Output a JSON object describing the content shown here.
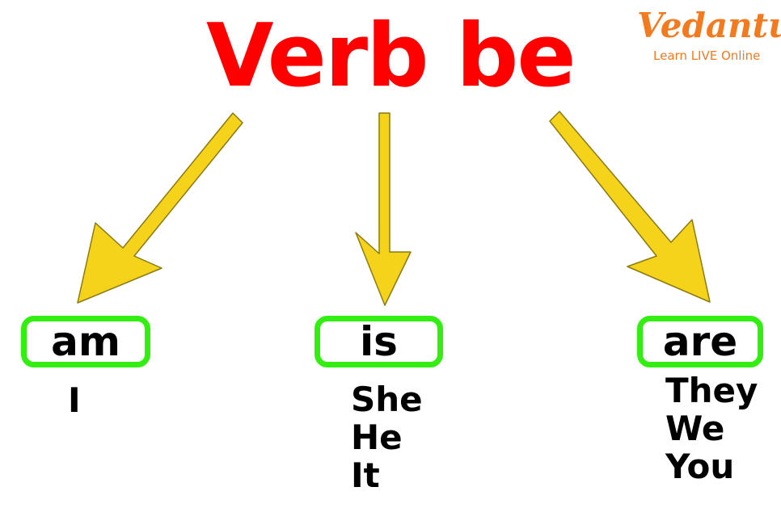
{
  "title": "Verb be",
  "brand": {
    "name": "Vedantu",
    "tagline": "Learn LIVE Online"
  },
  "colors": {
    "title": "#ff0000",
    "brand": "#f47a20",
    "arrow_fill": "#f5d31a",
    "arrow_stroke": "#8a7a10",
    "box_border": "#33ee11",
    "text": "#000000"
  },
  "branches": [
    {
      "verb": "am",
      "subjects": [
        "I"
      ]
    },
    {
      "verb": "is",
      "subjects": [
        "She",
        "He",
        "It"
      ]
    },
    {
      "verb": "are",
      "subjects": [
        "They",
        "We",
        "You"
      ]
    }
  ]
}
